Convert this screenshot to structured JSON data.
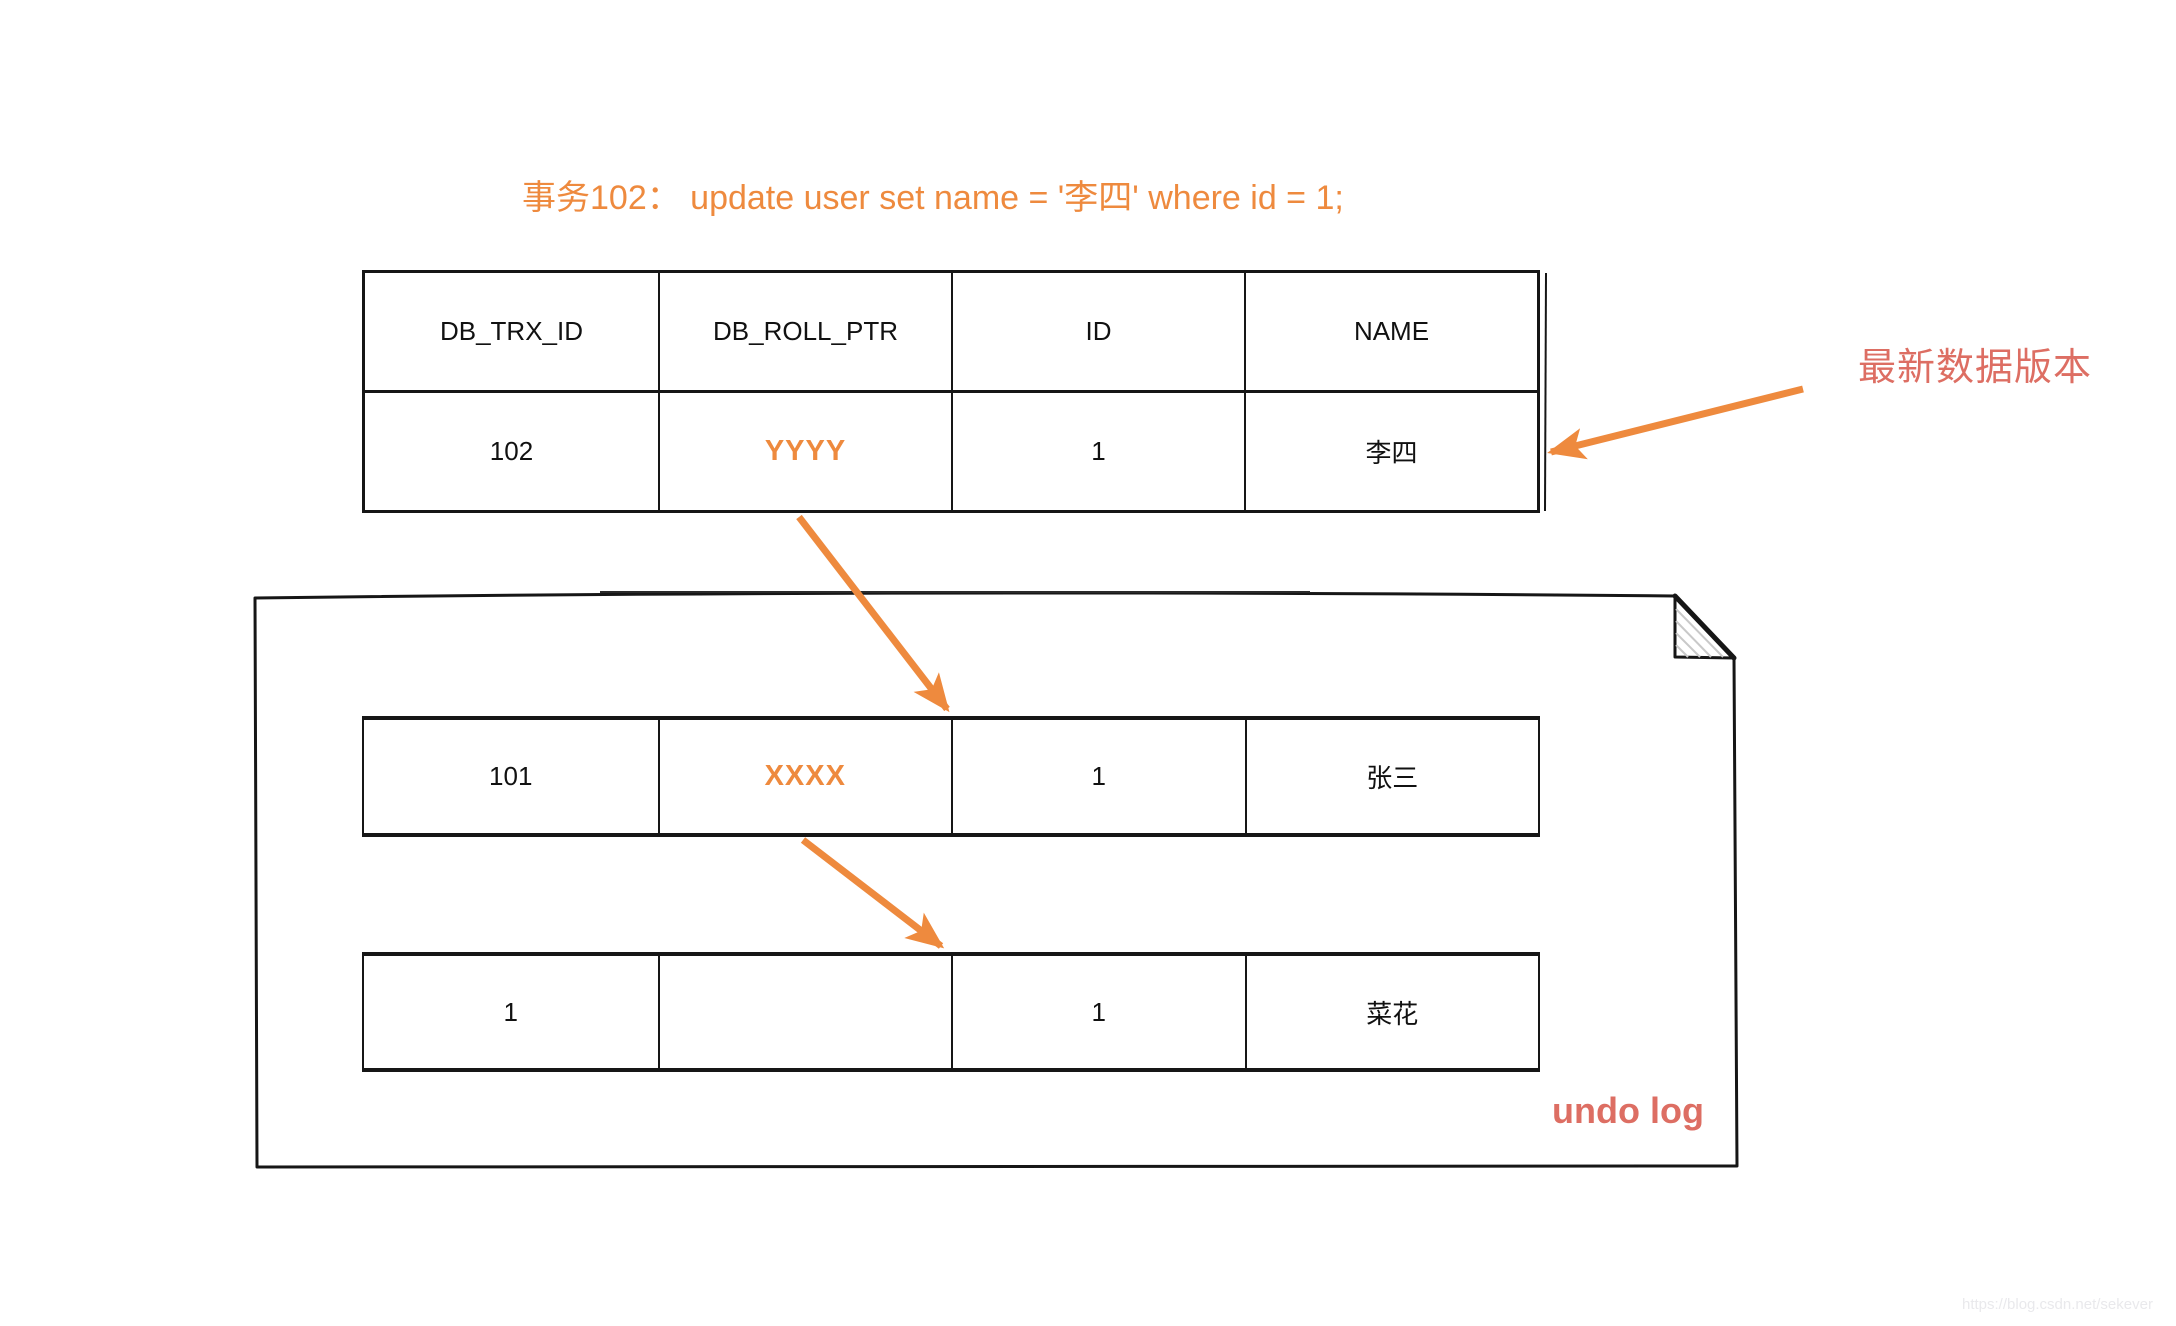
{
  "title": "事务102： update user set name = '李四' where id = 1;",
  "main_table": {
    "headers": [
      "DB_TRX_ID",
      "DB_ROLL_PTR",
      "ID",
      "NAME"
    ],
    "row": [
      "102",
      "YYYY",
      "1",
      "李四"
    ]
  },
  "undo_log": {
    "label": "undo log",
    "rows": [
      {
        "cells": [
          "101",
          "XXXX",
          "1",
          "张三"
        ]
      },
      {
        "cells": [
          "1",
          "",
          "1",
          "菜花"
        ]
      }
    ]
  },
  "labels": {
    "latest_version": "最新数据版本"
  },
  "watermark": "https://blog.csdn.net/sekever",
  "colors": {
    "accent_orange": "#EE8A3E",
    "accent_salmon": "#DD6E63",
    "line_black": "#161616",
    "watermark_gray": "#E9E9EC"
  }
}
